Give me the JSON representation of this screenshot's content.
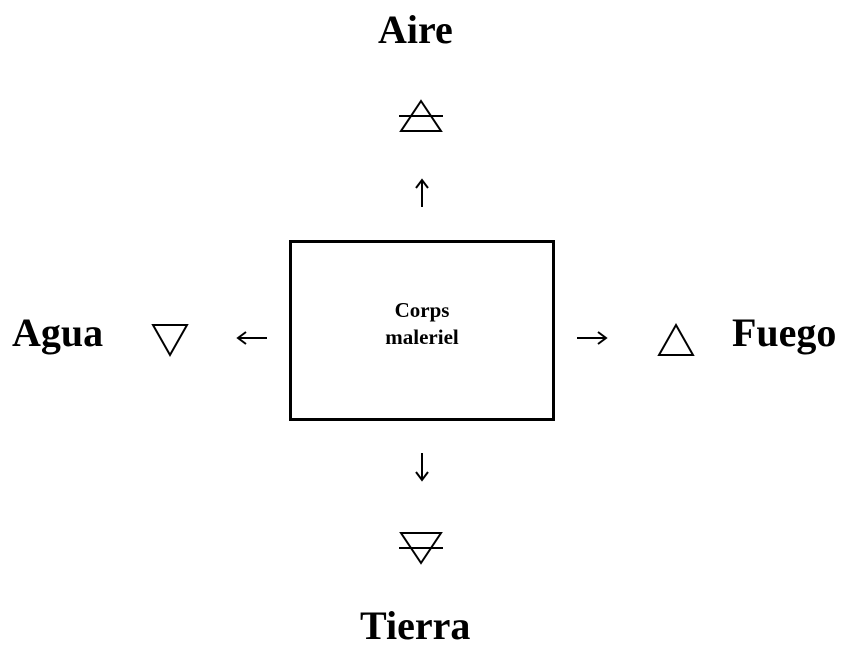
{
  "diagram": {
    "center": {
      "line1": "Corps",
      "line2": "maleriel"
    },
    "elements": {
      "air": {
        "label": "Aire",
        "symbol": "air-symbol-icon"
      },
      "water": {
        "label": "Agua",
        "symbol": "water-symbol-icon"
      },
      "fire": {
        "label": "Fuego",
        "symbol": "fire-symbol-icon"
      },
      "earth": {
        "label": "Tierra",
        "symbol": "earth-symbol-icon"
      }
    },
    "colors": {
      "ink": "#000000",
      "background": "#ffffff"
    }
  }
}
